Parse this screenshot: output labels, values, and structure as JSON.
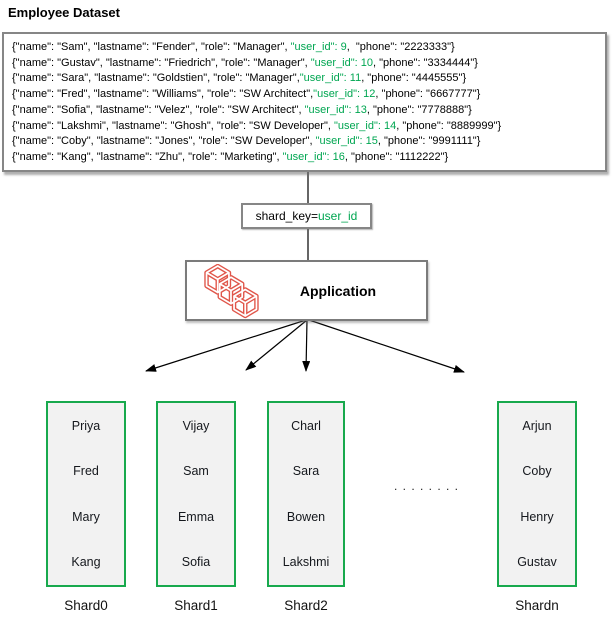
{
  "title": "Employee Dataset",
  "dataset": {
    "records": [
      {
        "prefix": "{\"name\": \"Sam\", \"lastname\": \"Fender\", \"role\": \"Manager\", ",
        "user_id": "\"user_id\": 9",
        "suffix": ",  \"phone\": \"2223333\"}"
      },
      {
        "prefix": "{\"name\": \"Gustav\", \"lastname\": \"Friedrich\", \"role\": \"Manager\", ",
        "user_id": "\"user_id\": 10",
        "suffix": ", \"phone\": \"3334444\"}"
      },
      {
        "prefix": "{\"name\": \"Sara\", \"lastname\": \"Goldstien\", \"role\": \"Manager\",",
        "user_id": "\"user_id\": 11",
        "suffix": ", \"phone\": \"4445555\"}"
      },
      {
        "prefix": "{\"name\": \"Fred\", \"lastname\": \"Williams\", \"role\": \"SW Architect\",",
        "user_id": "\"user_id\": 12",
        "suffix": ", \"phone\": \"6667777\"}"
      },
      {
        "prefix": "{\"name\": \"Sofia\", \"lastname\": \"Velez\", \"role\": \"SW Architect\", ",
        "user_id": "\"user_id\": 13",
        "suffix": ", \"phone\": \"7778888\"}"
      },
      {
        "prefix": "{\"name\": \"Lakshmi\", \"lastname\": \"Ghosh\", \"role\": \"SW Developer\", ",
        "user_id": "\"user_id\": 14",
        "suffix": ", \"phone\": \"8889999\"}"
      },
      {
        "prefix": "{\"name\": \"Coby\", \"lastname\": \"Jones\", \"role\": \"SW Developer\", ",
        "user_id": "\"user_id\": 15",
        "suffix": ", \"phone\": \"9991111\"}"
      },
      {
        "prefix": "{\"name\": \"Kang\", \"lastname\": \"Zhu\", \"role\": \"Marketing\", ",
        "user_id": "\"user_id\": 16",
        "suffix": ", \"phone\": \"1112222\"}"
      }
    ]
  },
  "shard_key": {
    "black": "shard_key=",
    "green": "user_id"
  },
  "application": {
    "label": "Application",
    "icon": "containers-icon"
  },
  "shards": [
    {
      "label": "Shard0",
      "names": [
        "Priya",
        "Fred",
        "Mary",
        "Kang"
      ]
    },
    {
      "label": "Shard1",
      "names": [
        "Vijay",
        "Sam",
        "Emma",
        "Sofia"
      ]
    },
    {
      "label": "Shard2",
      "names": [
        "Charl",
        "Sara",
        "Bowen",
        "Lakshmi"
      ]
    },
    {
      "label": "Shardn",
      "names": [
        "Arjun",
        "Coby",
        "Henry",
        "Gustav"
      ]
    }
  ],
  "ellipsis": ". . . . . . . .",
  "colors": {
    "accent_green": "#00a651",
    "shard_border_green": "#18a94d",
    "shard_fill": "#f2f2f2",
    "icon_red": "#e0564a",
    "box_border_gray": "#868686"
  }
}
